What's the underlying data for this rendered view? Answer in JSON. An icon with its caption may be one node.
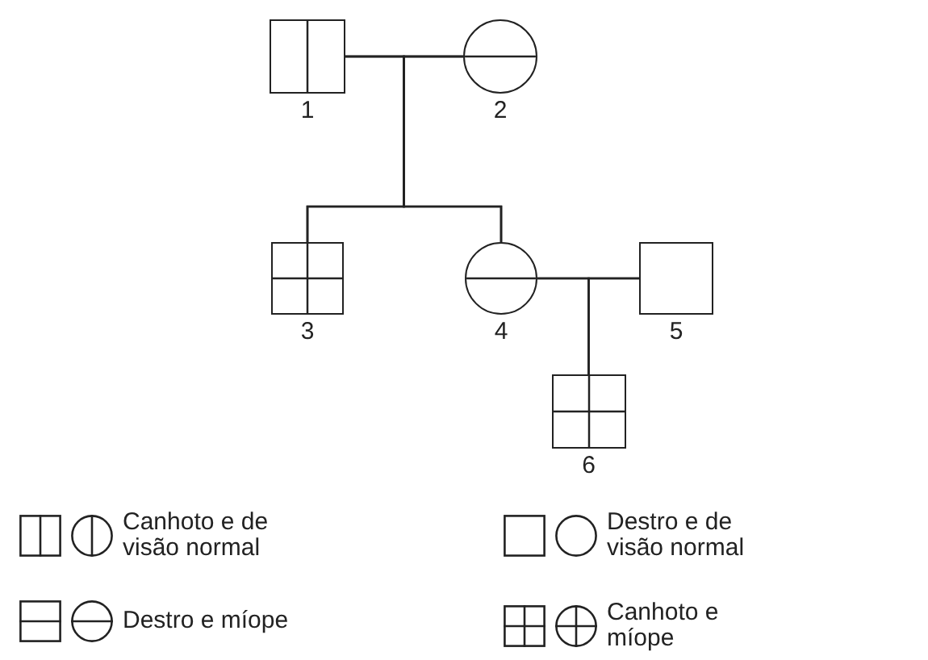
{
  "diagram": {
    "nodes": [
      {
        "text": [],
        "shape": "box",
        "beside": [
          "1"
        ]
      },
      {
        "text": [],
        "shape": "circle",
        "beside": [
          "2"
        ]
      },
      {
        "text": [],
        "shape": "box",
        "beside": [
          "3"
        ]
      },
      {
        "text": [],
        "shape": "circle",
        "beside": [
          "4"
        ]
      },
      {
        "text": [],
        "shape": "box",
        "beside": [
          "5"
        ]
      },
      {
        "text": [],
        "shape": "box",
        "beside": [
          "6"
        ]
      }
    ],
    "edges": [
      {
        "from": 0,
        "to": 1,
        "arrow": "none"
      },
      {
        "from": 0,
        "to": 2,
        "arrow": "none"
      },
      {
        "from": 1,
        "to": 2,
        "arrow": "none"
      },
      {
        "from": 0,
        "to": 3,
        "arrow": "none"
      },
      {
        "from": 1,
        "to": 3,
        "arrow": "none"
      },
      {
        "from": 3,
        "to": 4,
        "arrow": "none"
      },
      {
        "from": 3,
        "to": 5,
        "arrow": "none"
      },
      {
        "from": 4,
        "to": 5,
        "arrow": "none"
      }
    ],
    "legend": [
      {
        "text": "Canhoto e de visão normal"
      },
      {
        "text": "Destro e de visão normal"
      },
      {
        "text": "Destro e míope"
      },
      {
        "text": "Canhoto e míope"
      }
    ]
  }
}
